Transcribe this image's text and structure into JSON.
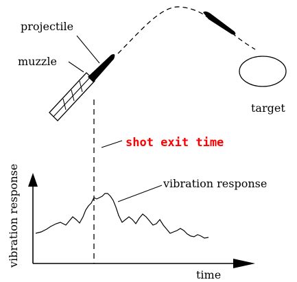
{
  "labels": {
    "projectile": "projectile",
    "muzzle": "muzzle",
    "target": "target",
    "shot_exit_time": "shot exit time",
    "vibration_response_curve": "vibration response",
    "y_axis": "vibration response",
    "x_axis": "time"
  },
  "colors": {
    "line": "#000000",
    "highlight": "#ff0000"
  }
}
